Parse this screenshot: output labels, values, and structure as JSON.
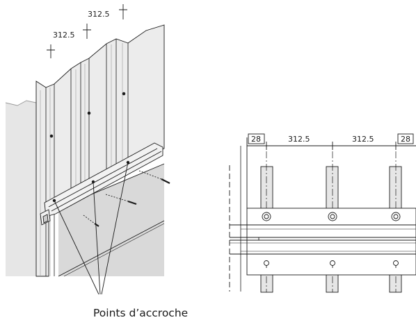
{
  "left_view": {
    "dim_top": "312.5",
    "dim_mid": "312.5"
  },
  "right_view": {
    "dim_edge_left": "28",
    "dim_span_1": "312.5",
    "dim_span_2": "312.5",
    "dim_edge_right": "28"
  },
  "callout": {
    "label": "Points d’accroche"
  }
}
